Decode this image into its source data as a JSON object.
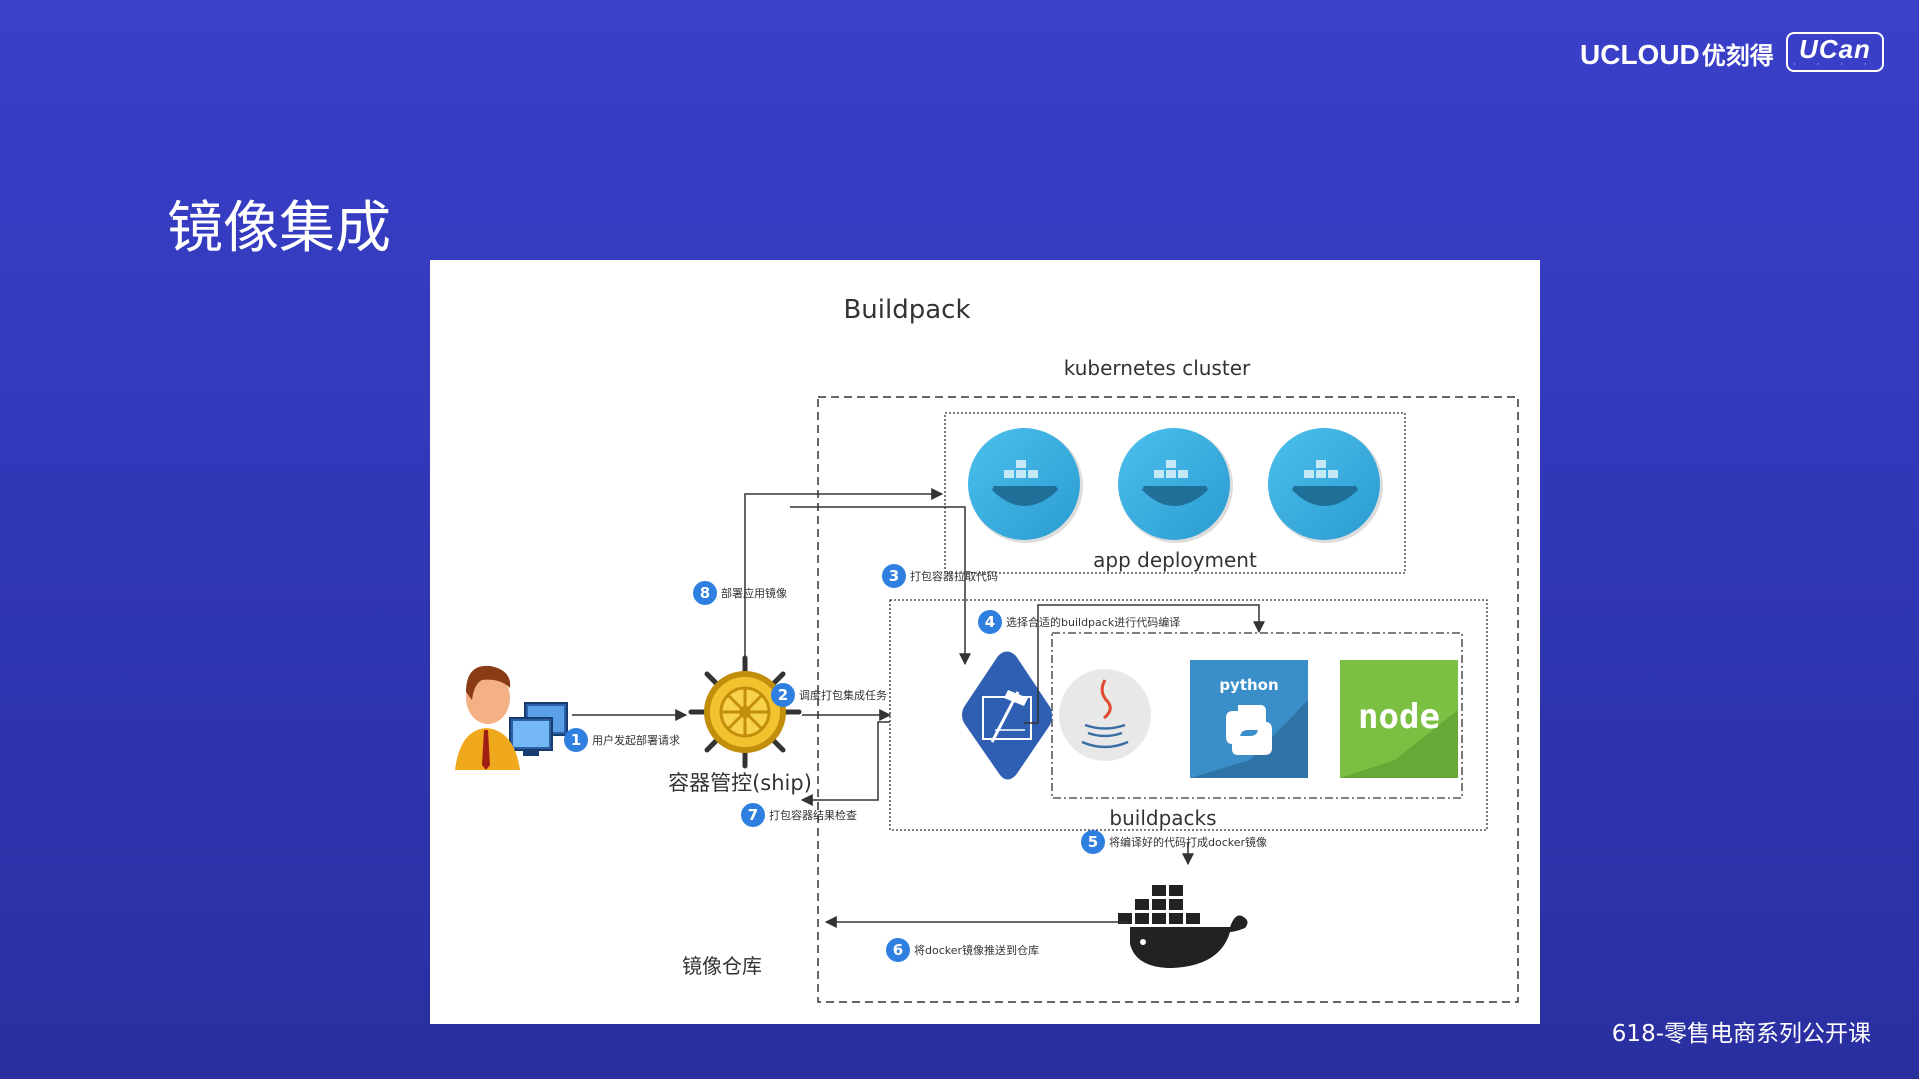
{
  "header": {
    "brand_en": "UCLOUD",
    "brand_cn": "优刻得",
    "ucan_logo_text": "UCan"
  },
  "page": {
    "title": "镜像集成",
    "footer": "618-零售电商系列公开课"
  },
  "diagram": {
    "title": "Buildpack",
    "k8s_label": "kubernetes cluster",
    "app_deployment_label": "app deployment",
    "buildpacks_label": "buildpacks",
    "ship_label": "容器管控(ship)",
    "registry_label": "镜像仓库",
    "python_label": "python",
    "node_label": "node",
    "steps": [
      {
        "num": "1",
        "text": "用户发起部署请求"
      },
      {
        "num": "2",
        "text": "调度打包集成任务"
      },
      {
        "num": "3",
        "text": "打包容器拉取代码"
      },
      {
        "num": "4",
        "text": "选择合适的buildpack进行代码编译"
      },
      {
        "num": "5",
        "text": "将编译好的代码打成docker镜像"
      },
      {
        "num": "6",
        "text": "将docker镜像推送到仓库"
      },
      {
        "num": "7",
        "text": "打包容器结果检查"
      },
      {
        "num": "8",
        "text": "部署应用镜像"
      }
    ]
  },
  "colors": {
    "badge": "#2f7fe0",
    "docker_blue": "#3aa9dd",
    "python_bg": "#3b8fc9",
    "node_bg": "#7bc043",
    "buildpack_icon": "#2f5fb3"
  }
}
